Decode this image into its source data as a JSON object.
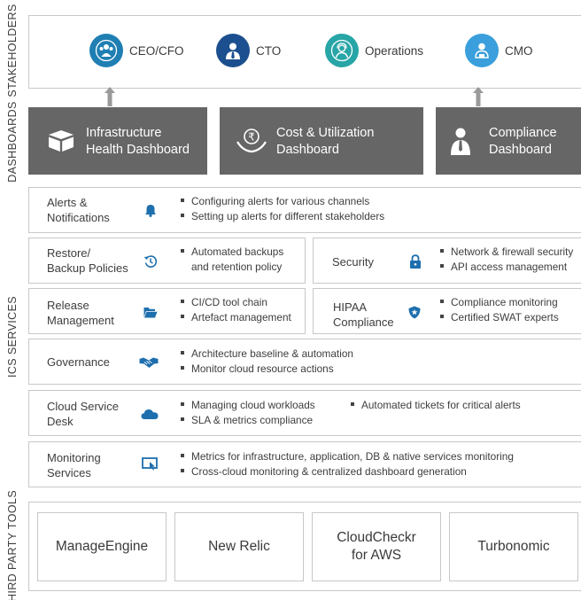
{
  "sections": {
    "stakeholders": "STAKEHOLDERS",
    "dashboards": "DASHBOARDS",
    "ics_services": "ICS SERVICES",
    "third_party": "THIRD PARTY TOOLS"
  },
  "stakeholders": [
    {
      "name": "CEO/CFO",
      "icon": "people-group-icon",
      "color": "#1f7fb3"
    },
    {
      "name": "CTO",
      "icon": "person-tie-icon",
      "color": "#1c4f8f"
    },
    {
      "name": "Operations",
      "icon": "operator-headset-icon",
      "color": "#28a5a6"
    },
    {
      "name": "CMO",
      "icon": "person-presenter-icon",
      "color": "#3a9fdc"
    }
  ],
  "dashboards": [
    {
      "line1": "Infrastructure",
      "line2": "Health Dashboard",
      "icon": "open-box-icon"
    },
    {
      "line1": "Cost & Utilization",
      "line2": "Dashboard",
      "icon": "rupee-hand-icon"
    },
    {
      "line1": "Compliance",
      "line2": "Dashboard",
      "icon": "businessman-icon"
    }
  ],
  "services": {
    "alerts": {
      "line1": "Alerts &",
      "line2": "Notifications",
      "bullets": [
        "Configuring alerts for various channels",
        "Setting up alerts for different stakeholders"
      ]
    },
    "restore": {
      "line1": "Restore/",
      "line2": "Backup Policies",
      "bullets": [
        "Automated backups",
        "and retention policy"
      ]
    },
    "security": {
      "line1": "Security",
      "bullets": [
        "Network & firewall security",
        "API access management"
      ]
    },
    "release": {
      "line1": "Release",
      "line2": "Management",
      "bullets": [
        "CI/CD tool chain",
        "Artefact management"
      ]
    },
    "hipaa": {
      "line1": "HIPAA",
      "line2": "Compliance",
      "bullets": [
        "Compliance monitoring",
        "Certified SWAT experts"
      ]
    },
    "governance": {
      "line1": "Governance",
      "bullets": [
        "Architecture baseline & automation",
        "Monitor cloud resource actions"
      ]
    },
    "service_desk": {
      "line1": "Cloud Service",
      "line2": "Desk",
      "bullets": [
        "Managing cloud workloads",
        "SLA & metrics compliance",
        "Automated tickets for critical alerts"
      ]
    },
    "monitoring": {
      "line1": "Monitoring",
      "line2": "Services",
      "bullets": [
        "Metrics for infrastructure, application, DB & native services monitoring",
        "Cross-cloud monitoring & centralized dashboard generation"
      ]
    }
  },
  "tools": [
    {
      "line1": "ManageEngine",
      "line2": ""
    },
    {
      "line1": "New Relic",
      "line2": ""
    },
    {
      "line1": "CloudCheckr",
      "line2": "for AWS"
    },
    {
      "line1": "Turbonomic",
      "line2": ""
    }
  ],
  "colors": {
    "dashboard_bg": "#666666",
    "service_icon": "#1e6fae",
    "border": "#c8c8c8",
    "arrow": "#9a9a9a"
  }
}
